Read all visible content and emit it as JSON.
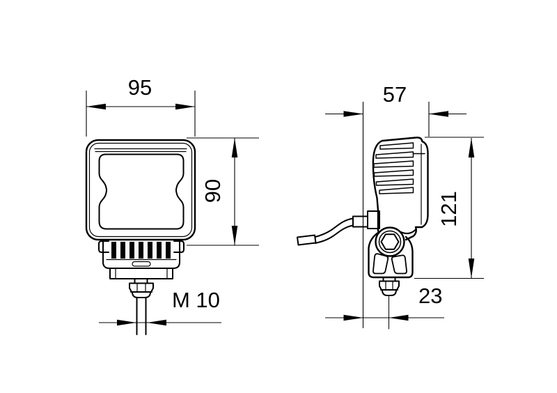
{
  "drawing": {
    "background": "#ffffff",
    "line_color": "#000000",
    "front_view": {
      "width_label": "95",
      "height_label": "90",
      "thread_label": "M 10"
    },
    "side_view": {
      "depth_label": "57",
      "height_label": "121",
      "stud_offset_label": "23"
    }
  }
}
